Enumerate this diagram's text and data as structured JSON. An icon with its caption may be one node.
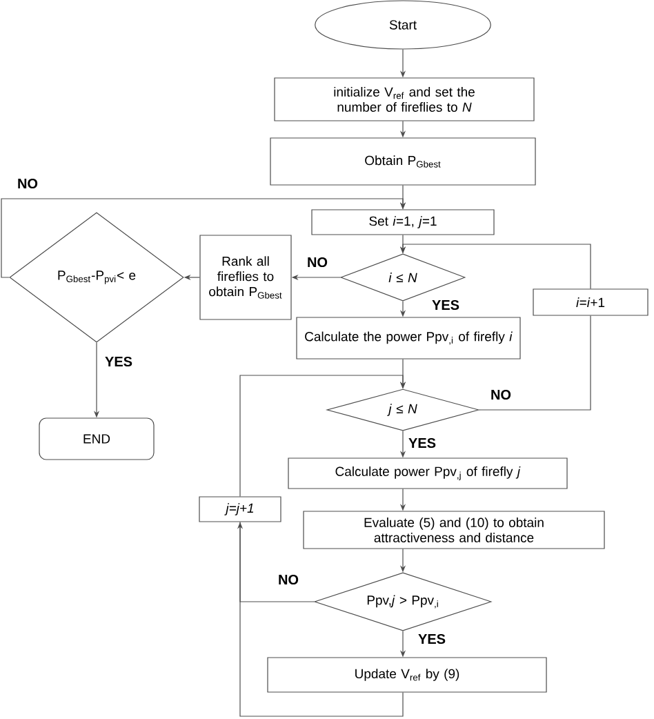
{
  "diagram": {
    "nodes": [
      {
        "text": [
          "Start"
        ]
      },
      {
        "text": [
          "initialize V$_{ref}$ and set the number of  fireflies to *N*"
        ]
      },
      {
        "text": [
          "Obtain P$_{Gbest}$"
        ]
      },
      {
        "text": [
          "Set  *i*=1, *j*=1"
        ]
      },
      {
        "text": [
          "*i* ≤ *N*"
        ]
      },
      {
        "text": [
          "Rank all fireflies to obtain P$_{Gbest}$"
        ]
      },
      {
        "text": [
          "P$_{Gbest}$-P$_{pvi}$< e"
        ]
      },
      {
        "text": [
          "END"
        ]
      },
      {
        "text": [
          "Calculate the power  Ppv$_{,i}$ of firefly *i*"
        ]
      },
      {
        "text": [
          "*j* ≤ *N*"
        ]
      },
      {
        "text": [
          "*i*=*i*+1"
        ]
      },
      {
        "text": [
          "Calculate power Ppv$_{,j}$ of firefly *j*"
        ]
      },
      {
        "text": [
          "Evaluate (5) and (10) to obtain attractiveness and distance"
        ]
      },
      {
        "text": [
          "j=j+1"
        ]
      },
      {
        "text": [
          "Ppv,*j* > Ppv$_{,i}$"
        ]
      },
      {
        "text": [
          "Update V$_{ref}$ by (9)"
        ]
      }
    ],
    "edges": [
      {
        "from": 0,
        "to": 1,
        "arrow": "to"
      },
      {
        "from": 1,
        "to": 2,
        "arrow": "to"
      },
      {
        "from": 2,
        "to": 3,
        "arrow": "to"
      },
      {
        "from": 3,
        "to": 4,
        "arrow": "to"
      },
      {
        "from": 4,
        "to": 5,
        "arrow": "to",
        "label": "NO"
      },
      {
        "from": 5,
        "to": 6,
        "arrow": "to"
      },
      {
        "from": 6,
        "to": 7,
        "arrow": "to",
        "label": "YES"
      },
      {
        "from": 6,
        "to": 3,
        "arrow": "to",
        "label": "NO"
      },
      {
        "from": 4,
        "to": 8,
        "arrow": "to",
        "label": "YES"
      },
      {
        "from": 8,
        "to": 9,
        "arrow": "to"
      },
      {
        "from": 9,
        "to": 11,
        "arrow": "to",
        "label": "YES"
      },
      {
        "from": 9,
        "to": 10,
        "arrow": "none",
        "label": "NO"
      },
      {
        "from": 10,
        "to": 4,
        "arrow": "to"
      },
      {
        "from": 11,
        "to": 12,
        "arrow": "to"
      },
      {
        "from": 12,
        "to": 14,
        "arrow": "to"
      },
      {
        "from": 14,
        "to": 15,
        "arrow": "to",
        "label": "YES"
      },
      {
        "from": 14,
        "to": 13,
        "arrow": "none",
        "label": "NO"
      },
      {
        "from": 15,
        "to": 13,
        "arrow": "to"
      },
      {
        "from": 13,
        "to": 9,
        "arrow": "to"
      }
    ]
  }
}
